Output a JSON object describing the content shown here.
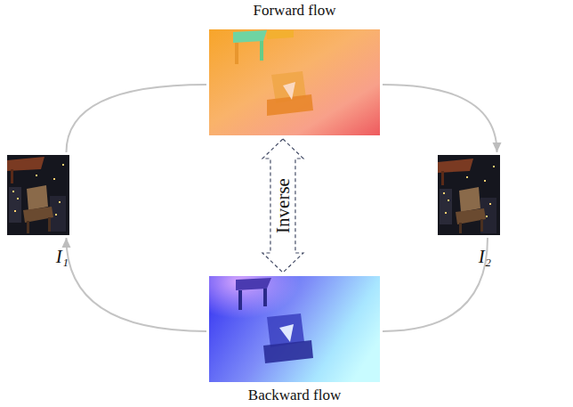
{
  "diagram": {
    "nodes": [
      {
        "text": [
          "Forward flow"
        ]
      },
      {
        "text": [
          "I₁"
        ]
      },
      {
        "text": [
          "I₂"
        ]
      },
      {
        "text": [
          "Backward flow"
        ]
      }
    ],
    "edges": [
      {
        "from": 1,
        "to": 0,
        "arrow": "none"
      },
      {
        "from": 0,
        "to": 2,
        "arrow": "to"
      },
      {
        "from": 2,
        "to": 3,
        "arrow": "none"
      },
      {
        "from": 3,
        "to": 1,
        "arrow": "to"
      },
      {
        "from": 0,
        "to": 3,
        "label": "Inverse",
        "arrow": "both"
      }
    ]
  }
}
